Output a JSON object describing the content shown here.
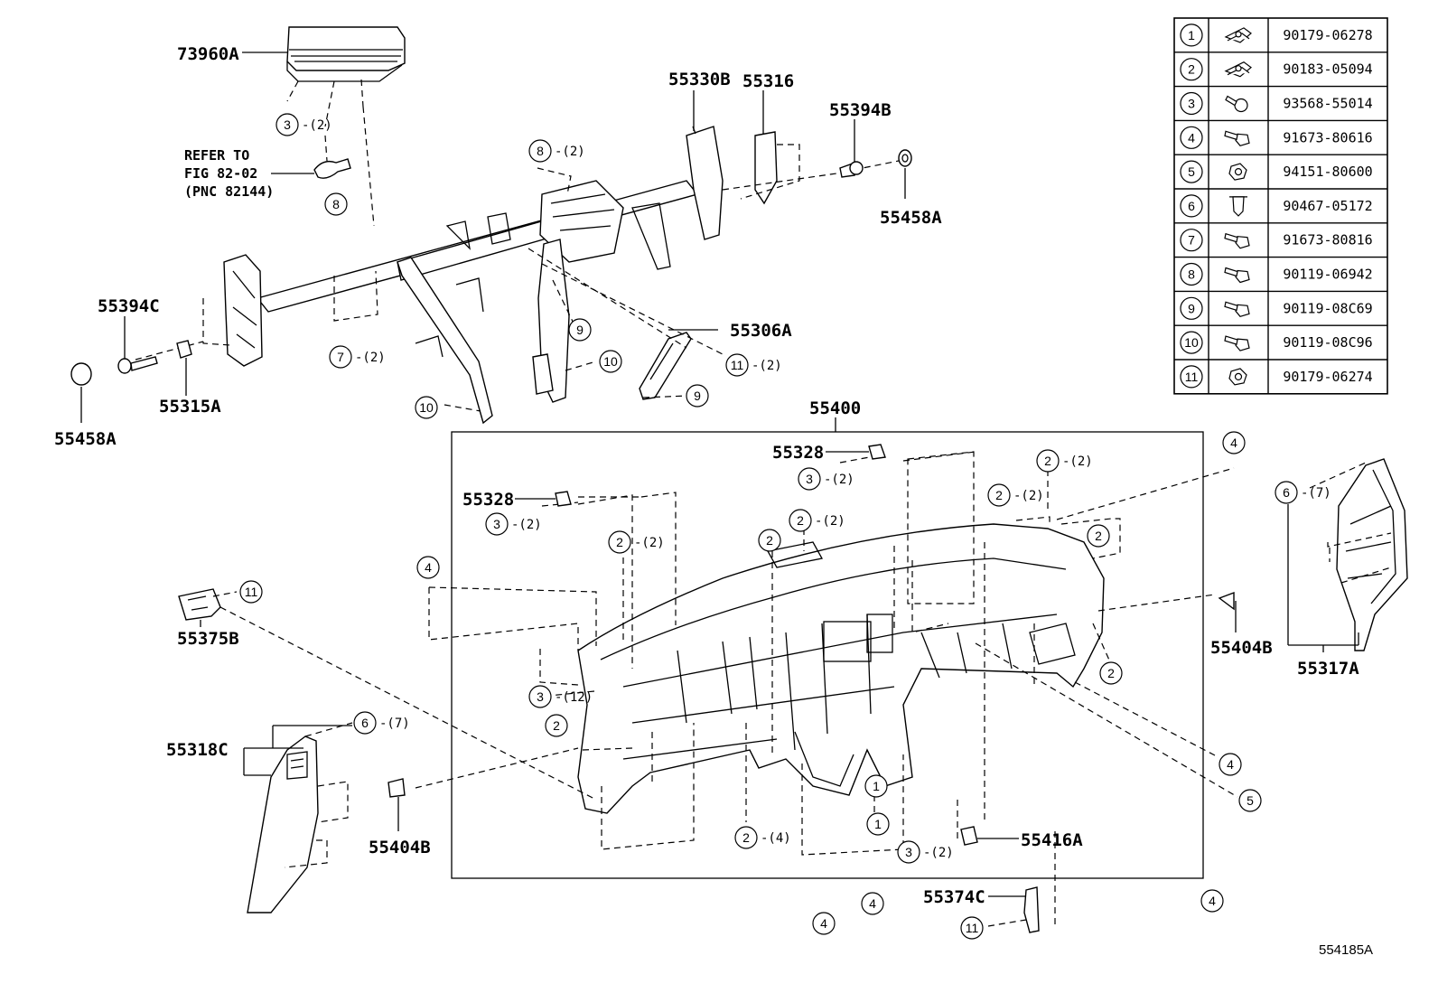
{
  "figure_id": "554185A",
  "labels": {
    "p73960A": "73960A",
    "p55330B": "55330B",
    "p55316": "55316",
    "p55394B": "55394B",
    "p55458A_r": "55458A",
    "p55394C": "55394C",
    "p55315A": "55315A",
    "p55458A_l": "55458A",
    "p55306A": "55306A",
    "p55400": "55400",
    "p55328_t": "55328",
    "p55328_l": "55328",
    "p55375B": "55375B",
    "p55404B_r": "55404B",
    "p55317A": "55317A",
    "p55318C": "55318C",
    "p55404B_b": "55404B",
    "p55416A": "55416A",
    "p55374C": "55374C"
  },
  "refer_note": [
    "REFER TO",
    "FIG 82-02",
    "(PNC 82144)"
  ],
  "callouts": {
    "c3_top": {
      "num": "3",
      "qty": "-(2)"
    },
    "c8_left": {
      "num": "8",
      "qty": ""
    },
    "c8_top": {
      "num": "8",
      "qty": "-(2)"
    },
    "c7": {
      "num": "7",
      "qty": "-(2)"
    },
    "c9_a": {
      "num": "9",
      "qty": ""
    },
    "c10_a": {
      "num": "10",
      "qty": ""
    },
    "c10_b": {
      "num": "10",
      "qty": ""
    },
    "c11_a": {
      "num": "11",
      "qty": "-(2)"
    },
    "c9_b": {
      "num": "9",
      "qty": ""
    },
    "c3_55328t": {
      "num": "3",
      "qty": "-(2)"
    },
    "c3_55328l": {
      "num": "3",
      "qty": "-(2)"
    },
    "c2_a": {
      "num": "2",
      "qty": "-(2)"
    },
    "c2_b": {
      "num": "2",
      "qty": "-(2)"
    },
    "c2_c": {
      "num": "2",
      "qty": "-(2)"
    },
    "c2_d": {
      "num": "2",
      "qty": ""
    },
    "c2_e": {
      "num": "2",
      "qty": "-(2)"
    },
    "c4_tr": {
      "num": "4",
      "qty": ""
    },
    "c2_f": {
      "num": "2",
      "qty": ""
    },
    "c4_l": {
      "num": "4",
      "qty": ""
    },
    "c11_l": {
      "num": "11",
      "qty": ""
    },
    "c3_12": {
      "num": "3",
      "qty": "-(12)"
    },
    "c2_g": {
      "num": "2",
      "qty": ""
    },
    "c2_h": {
      "num": "2",
      "qty": ""
    },
    "c6_l": {
      "num": "6",
      "qty": "-(7)"
    },
    "c6_r": {
      "num": "6",
      "qty": "-(7)"
    },
    "c1_a": {
      "num": "1",
      "qty": ""
    },
    "c1_b": {
      "num": "1",
      "qty": ""
    },
    "c2_i": {
      "num": "2",
      "qty": "-(4)"
    },
    "c3_b": {
      "num": "3",
      "qty": "-(2)"
    },
    "c4_r": {
      "num": "4",
      "qty": ""
    },
    "c5": {
      "num": "5",
      "qty": ""
    },
    "c4_b1": {
      "num": "4",
      "qty": ""
    },
    "c4_b2": {
      "num": "4",
      "qty": ""
    },
    "c4_b3": {
      "num": "4",
      "qty": ""
    },
    "c11_b": {
      "num": "11",
      "qty": ""
    }
  },
  "parts_table": [
    {
      "index": "1",
      "icon": "u-nut-icon",
      "part_no": "90179-06278"
    },
    {
      "index": "2",
      "icon": "u-nut-icon",
      "part_no": "90183-05094"
    },
    {
      "index": "3",
      "icon": "screw-icon",
      "part_no": "93568-55014"
    },
    {
      "index": "4",
      "icon": "bolt-icon",
      "part_no": "91673-80616"
    },
    {
      "index": "5",
      "icon": "nut-icon",
      "part_no": "94151-80600"
    },
    {
      "index": "6",
      "icon": "clip-icon",
      "part_no": "90467-05172"
    },
    {
      "index": "7",
      "icon": "bolt-icon",
      "part_no": "91673-80816"
    },
    {
      "index": "8",
      "icon": "bolt-icon",
      "part_no": "90119-06942"
    },
    {
      "index": "9",
      "icon": "bolt-icon",
      "part_no": "90119-08C69"
    },
    {
      "index": "10",
      "icon": "bolt-icon",
      "part_no": "90119-08C96"
    },
    {
      "index": "11",
      "icon": "nut-icon",
      "part_no": "90179-06274"
    }
  ]
}
